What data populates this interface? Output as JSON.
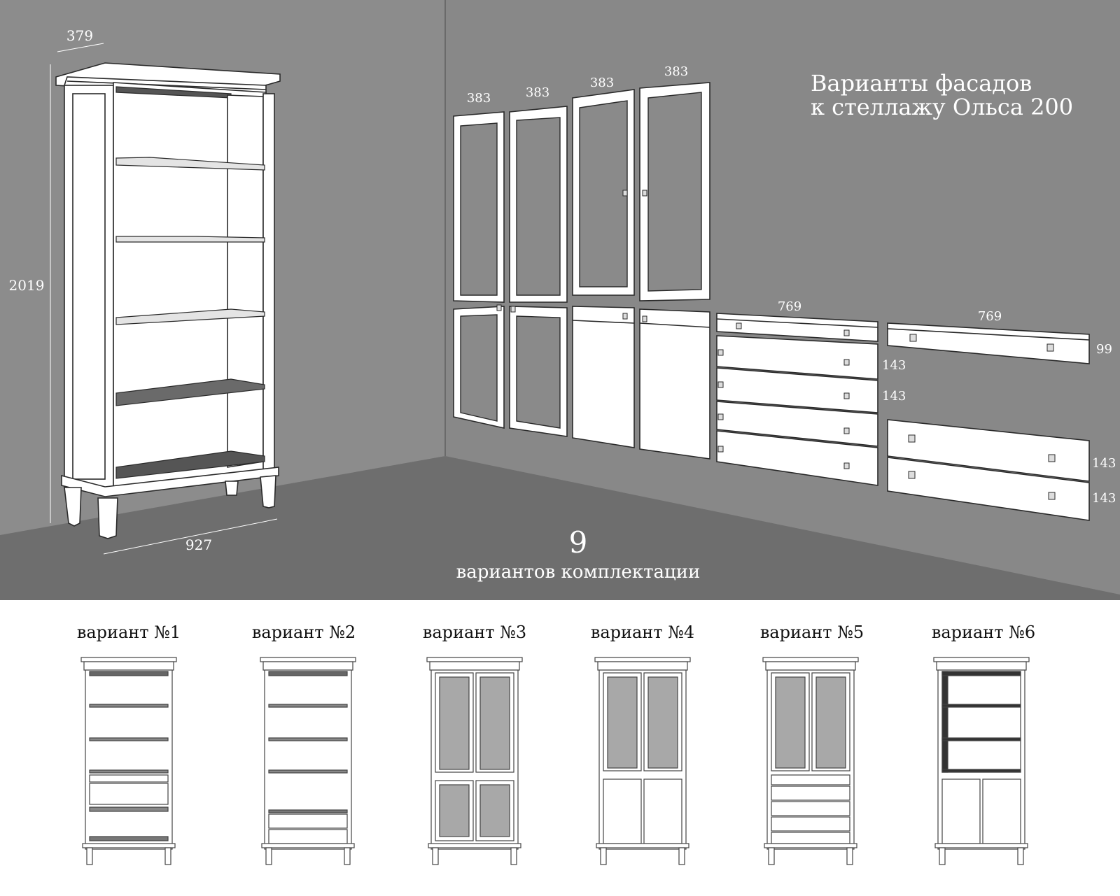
{
  "colors": {
    "wall_left": "#8c8c8c",
    "wall_right": "#888888",
    "floor": "#6e6e6e",
    "panel": "#ffffff",
    "glass": "#8a8a8a",
    "outline": "#2a2a2a",
    "text_light": "#ffffff",
    "text_dark": "#111111"
  },
  "heading": {
    "line1": "Варианты фасадов",
    "line2": "к стеллажу Ольса 200"
  },
  "shelf_dimensions": {
    "depth": "379",
    "height": "2019",
    "width": "927"
  },
  "glass_doors": {
    "widths": [
      "383",
      "383",
      "383",
      "383"
    ]
  },
  "drawer_panel": {
    "width": "769",
    "heights": [
      "143",
      "143"
    ]
  },
  "top_strip": {
    "width": "769",
    "height": "99"
  },
  "small_drawers": {
    "heights": [
      "143",
      "143"
    ]
  },
  "options_count": {
    "number": "9",
    "label": "вариантов комплектации"
  },
  "variants": [
    {
      "label": "вариант №1"
    },
    {
      "label": "вариант №2"
    },
    {
      "label": "вариант №3"
    },
    {
      "label": "вариант №4"
    },
    {
      "label": "вариант №5"
    },
    {
      "label": "вариант №6"
    }
  ]
}
